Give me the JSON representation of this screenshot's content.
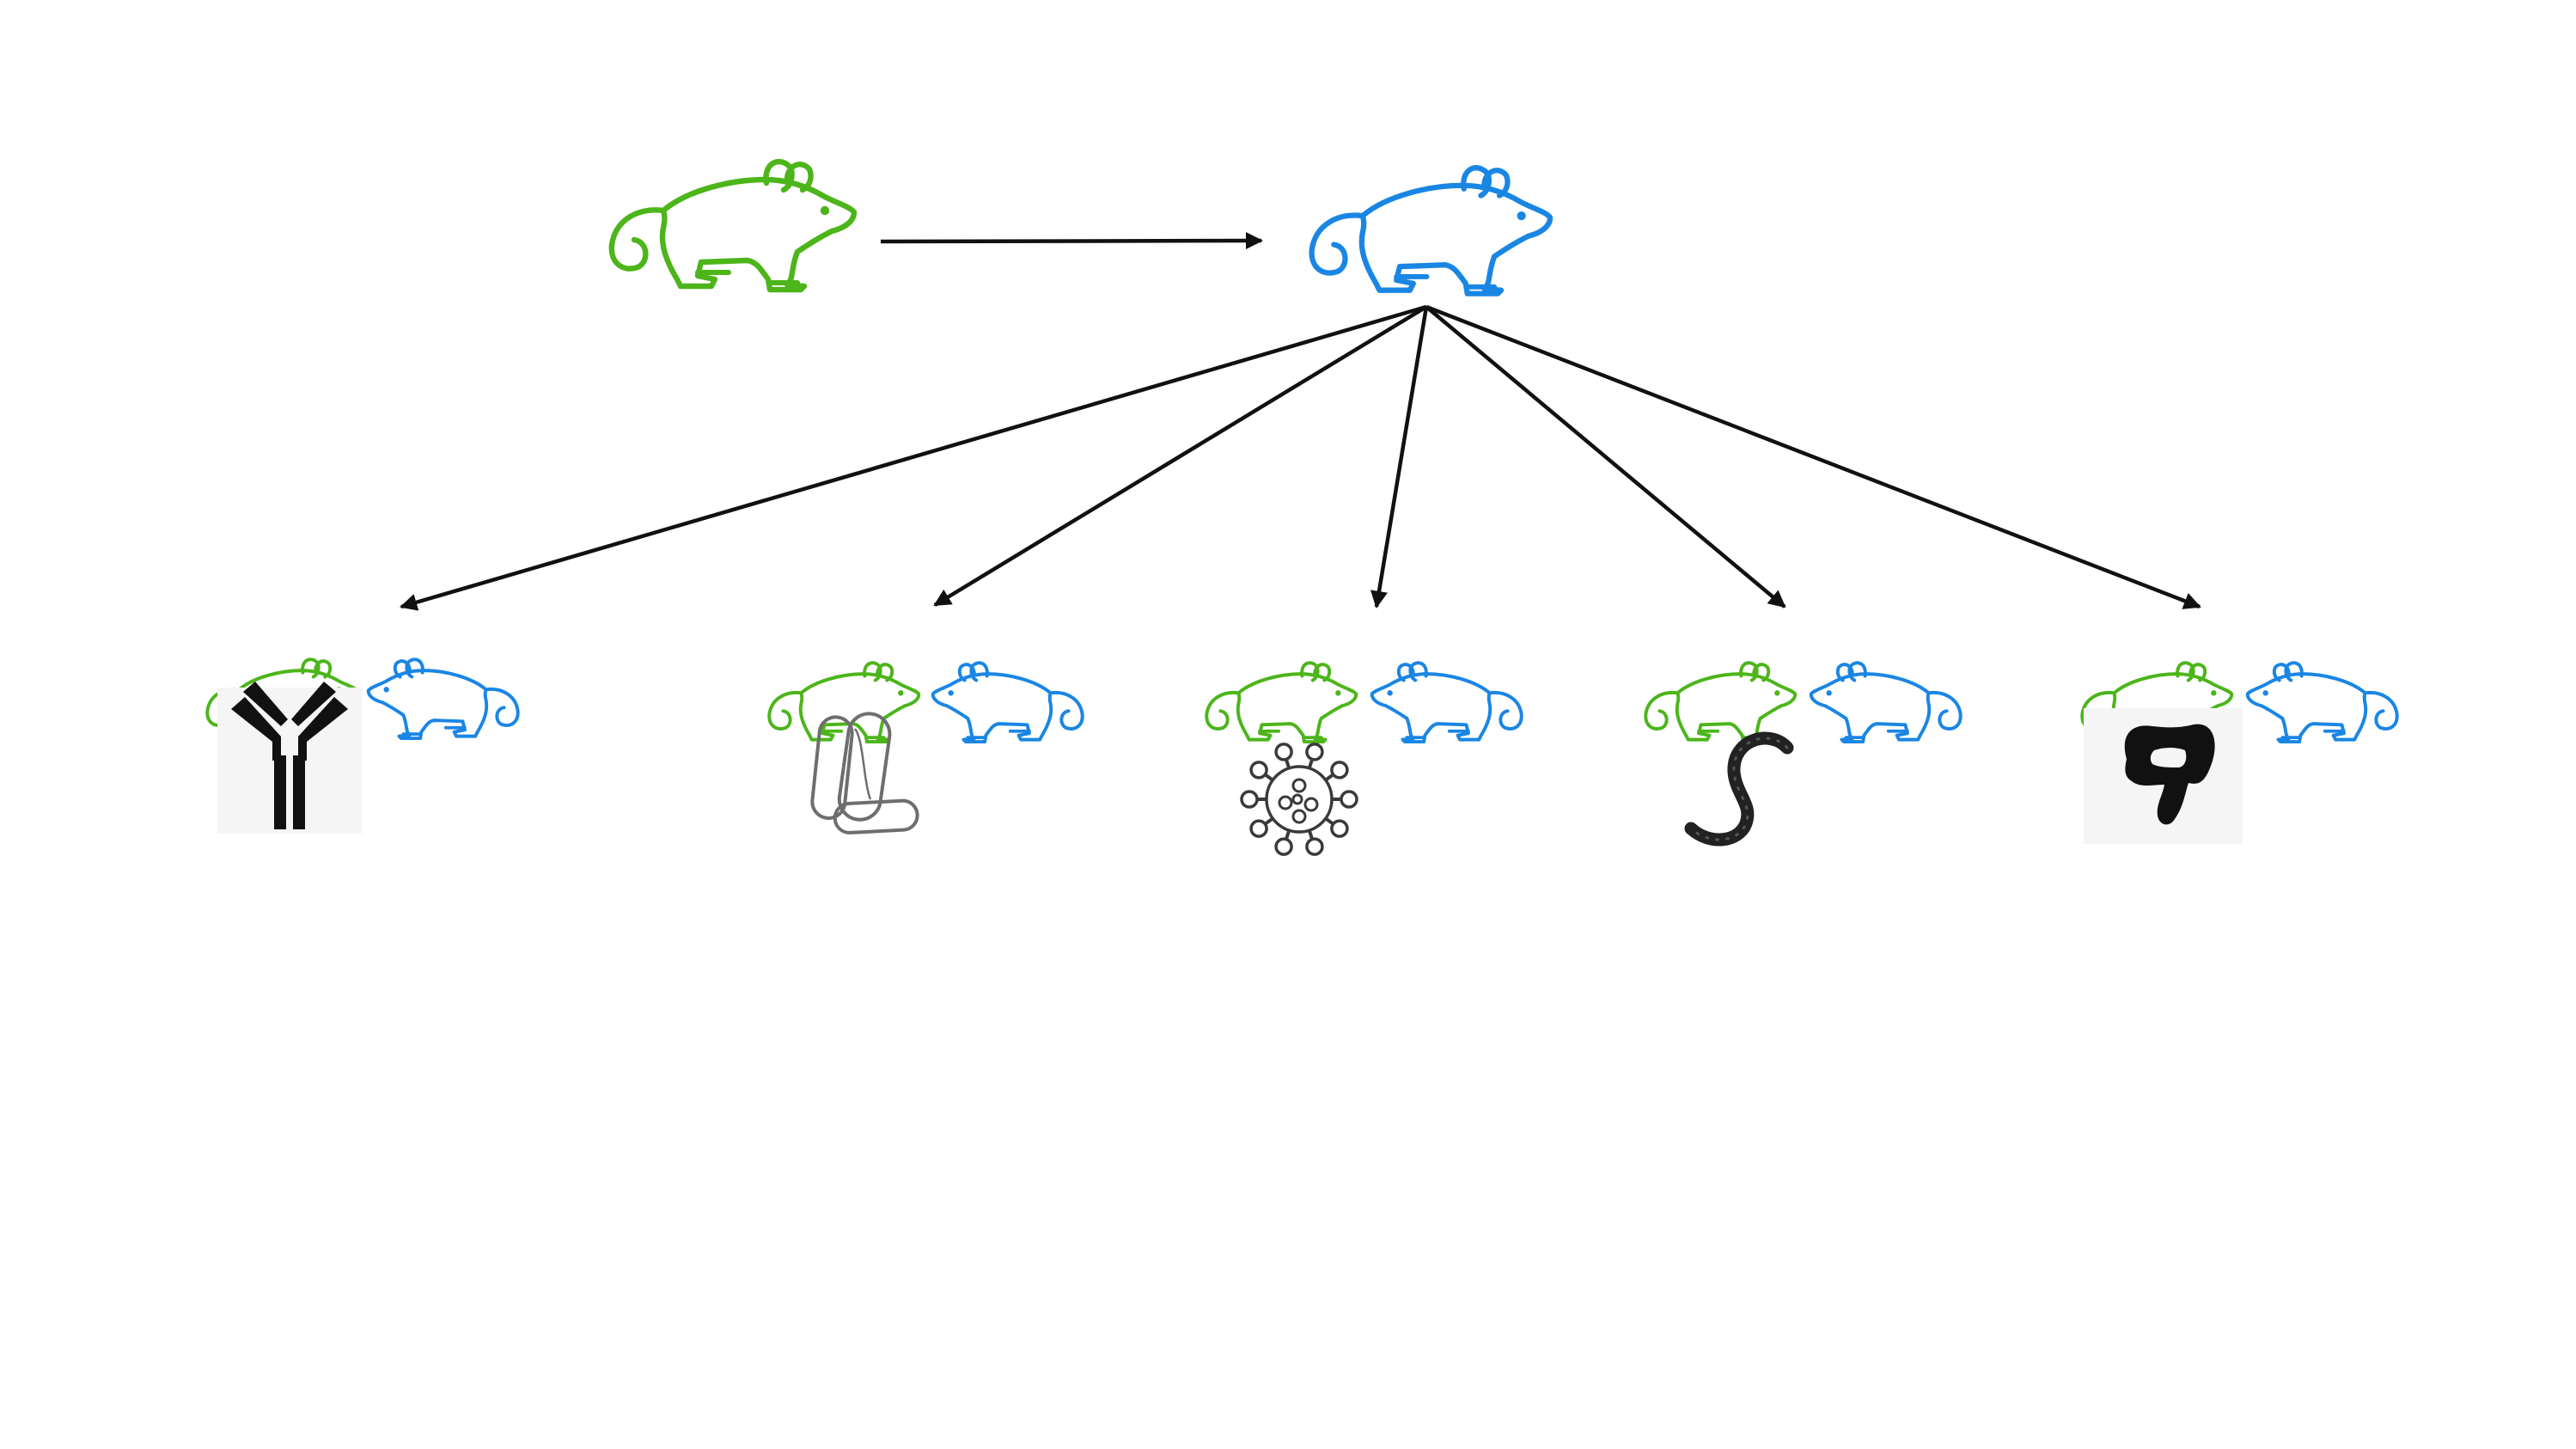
{
  "colors": {
    "background": "#ffffff",
    "donor_mouse": "#4cb51a",
    "recipient_mouse": "#1a86e4",
    "arrow": "#111111",
    "icon": "#111111",
    "icon_box": "#f5f5f5",
    "bacteria_outline": "#6e6e6e",
    "virus_outline": "#3a3a3a",
    "worm": "#222222"
  },
  "diagram": {
    "top": {
      "donor": {
        "icon": "mouse-icon",
        "color_key": "donor_mouse"
      },
      "recipient": {
        "icon": "mouse-icon",
        "color_key": "recipient_mouse"
      }
    },
    "groups": [
      {
        "id": "antibody",
        "icon": "antibody-icon",
        "mice": [
          "donor_mouse",
          "recipient_mouse"
        ]
      },
      {
        "id": "bacteria",
        "icon": "bacteria-icon",
        "mice": [
          "donor_mouse",
          "recipient_mouse"
        ]
      },
      {
        "id": "virus",
        "icon": "virus-icon",
        "mice": [
          "donor_mouse",
          "recipient_mouse"
        ]
      },
      {
        "id": "worm",
        "icon": "worm-icon",
        "mice": [
          "donor_mouse",
          "recipient_mouse"
        ]
      },
      {
        "id": "intestine",
        "icon": "intestine-icon",
        "mice": [
          "donor_mouse",
          "recipient_mouse"
        ]
      }
    ]
  }
}
